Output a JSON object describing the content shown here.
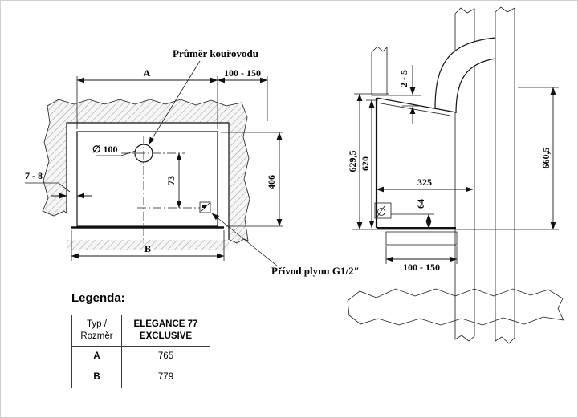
{
  "drawing": {
    "front_view": {
      "flue_note": "Průměr kouřovodu",
      "flue_diameter": "∅ 100",
      "dim_width_a": "A",
      "dim_side_clearance": "100 - 150",
      "dim_height": "406",
      "dim_flue_offset": "73",
      "dim_gap": "7 - 8",
      "dim_width_b": "B",
      "gas_note": "Přívod plynu G1/2″"
    },
    "side_view": {
      "dim_top_gap": "2 - 5",
      "dim_height_outer": "629,5",
      "dim_height_inner": "620",
      "dim_depth": "325",
      "dim_gas_height": "64",
      "dim_total_height": "660,5",
      "dim_floor_clearance": "100 - 150"
    }
  },
  "legend": {
    "heading": "Legenda:",
    "header": {
      "left_line1": "Typ /",
      "left_line2": "Rozměr",
      "right_line1": "ELEGANCE 77",
      "right_line2": "EXCLUSIVE"
    },
    "rows": [
      {
        "label": "A",
        "value": "765"
      },
      {
        "label": "B",
        "value": "779"
      }
    ]
  },
  "colors": {
    "line": "#1a1a1a",
    "hatch": "#9a9a9a"
  }
}
